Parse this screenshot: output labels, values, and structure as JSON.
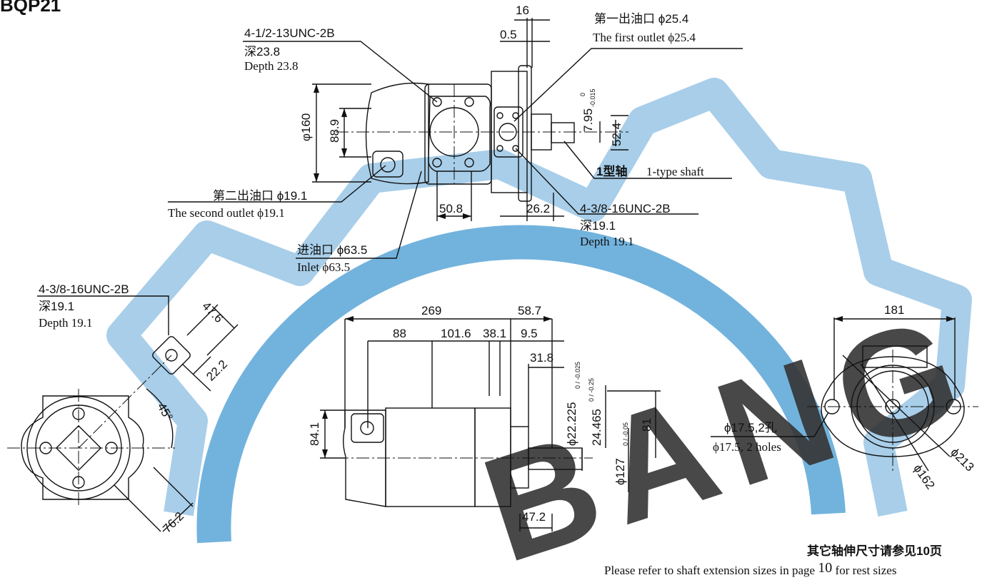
{
  "model": "BQP21",
  "watermark": {
    "text": "BANG VIE",
    "color": "#5aa6d8"
  },
  "top_view": {
    "dims": {
      "d16": "16",
      "d05": "0.5",
      "d160": "φ160",
      "d889": "88.9",
      "d795": "7.95",
      "d795_tol_up": "0",
      "d795_tol_dn": "-0.015",
      "d524": "52.4",
      "d508": "50.8",
      "d262": "26.2"
    },
    "callouts": {
      "thread_a_spec": "4-1/2-13UNC-2B",
      "thread_a_depth_zh": "深23.8",
      "thread_a_depth_en": "Depth 23.8",
      "outlet1_zh": "第一出油口 ϕ25.4",
      "outlet1_en": "The first outlet  ϕ25.4",
      "shaft_zh": "1型轴",
      "shaft_en": "1-type shaft",
      "outlet2_zh": "第二出油口 ϕ19.1",
      "outlet2_en": "The second outlet  ϕ19.1",
      "inlet_zh": "进油口 ϕ63.5",
      "inlet_en": "Inlet  ϕ63.5",
      "thread_b_spec": "4-3/8-16UNC-2B",
      "thread_b_depth_zh": "深19.1",
      "thread_b_depth_en": "Depth 19.1"
    }
  },
  "left_view": {
    "thread_spec": "4-3/8-16UNC-2B",
    "thread_depth_zh": "深19.1",
    "thread_depth_en": "Depth 19.1",
    "dims": {
      "d476": "47.6",
      "d222": "22.2",
      "angle": "45°",
      "d762": "76.2"
    }
  },
  "side_view": {
    "dims": {
      "d269": "269",
      "d587": "58.7",
      "d88": "88",
      "d1016": "101.6",
      "d381": "38.1",
      "d95": "9.5",
      "d318": "31.8",
      "d841": "84.1",
      "d22225": "ϕ22.225",
      "d22225_tol": "0 / -0.025",
      "d24465": "24.465",
      "d24465_tol": "0 / -0.25",
      "d81": "81",
      "d127": "ϕ127",
      "d127_tol": "0 / -0.05",
      "d472": "47.2"
    }
  },
  "right_view": {
    "dims": {
      "d181": "181",
      "d213": "ϕ213",
      "d162": "ϕ162"
    },
    "holes_zh": "ϕ17.5,2孔",
    "holes_en": "ϕ17.5, 2 holes"
  },
  "footer": {
    "note_zh": "其它轴伸尺寸请参见10页",
    "note_en_pre": "Please refer to shaft extension sizes in page ",
    "note_en_page": "10",
    "note_en_post": " for rest sizes"
  }
}
